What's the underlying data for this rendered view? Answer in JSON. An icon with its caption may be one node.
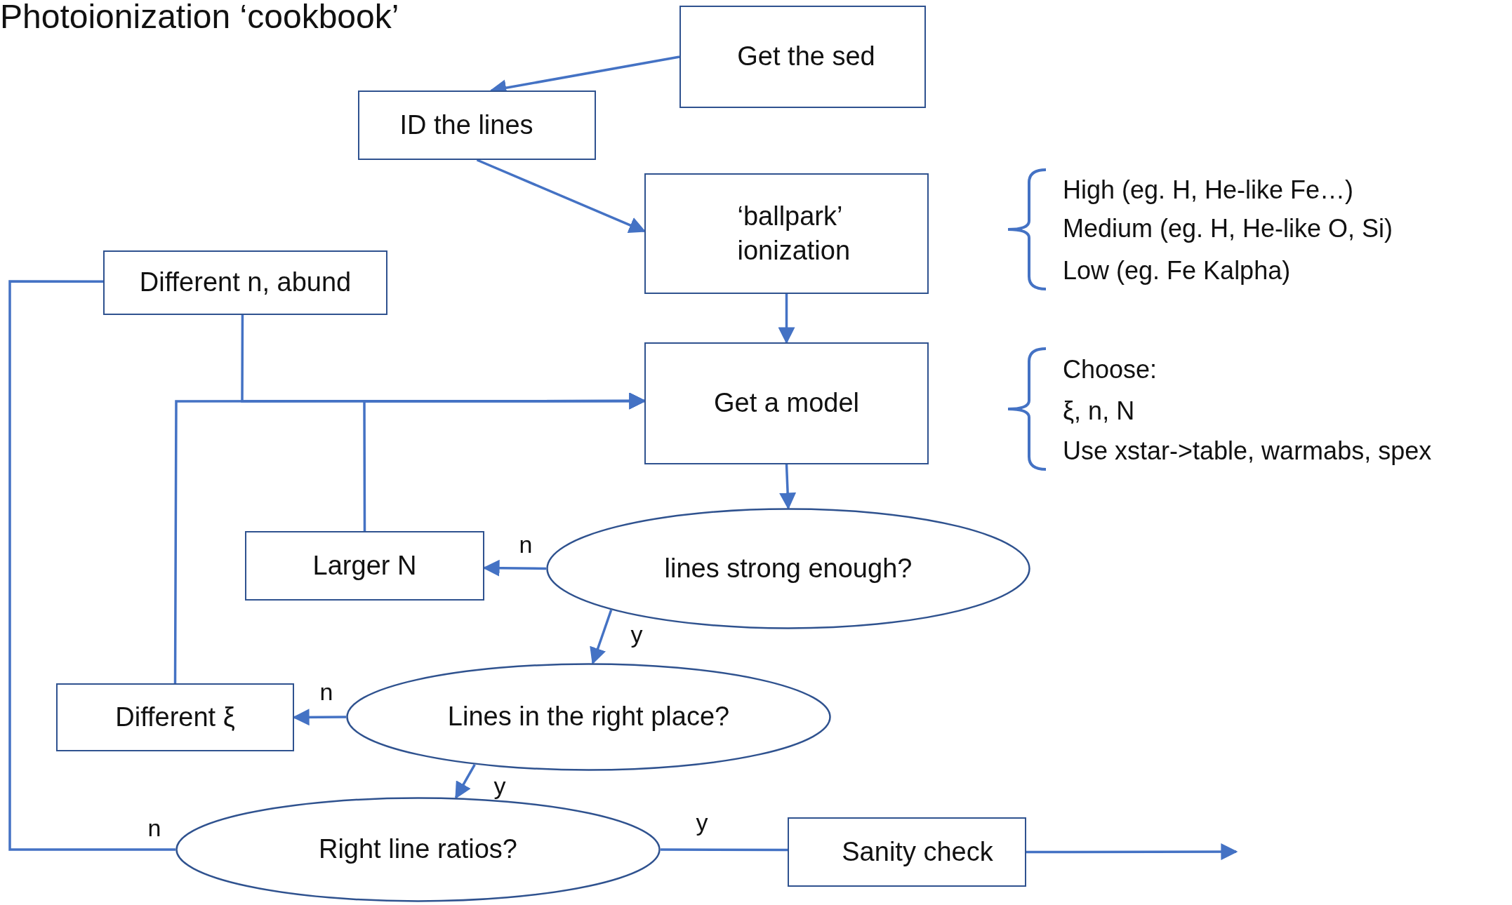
{
  "diagram": {
    "title": "Photoionization ‘cookbook’",
    "nodes": [
      {
        "text": [
          "Get the sed"
        ]
      },
      {
        "text": [
          "ID the lines"
        ]
      },
      {
        "text": [
          "‘ballpark’ ionization"
        ]
      },
      {
        "text": [
          "Different n, abund"
        ]
      },
      {
        "text": [
          "Get a model"
        ]
      },
      {
        "text": [
          "lines strong enough?"
        ]
      },
      {
        "text": [
          "Larger N"
        ]
      },
      {
        "text": [
          "Lines in the right place?"
        ]
      },
      {
        "text": [
          "Different ξ"
        ]
      },
      {
        "text": [
          "Right line ratios?"
        ]
      },
      {
        "text": [
          "Sanity check"
        ]
      }
    ],
    "edges": [
      {
        "from": 0,
        "to": 1,
        "arrow": "to"
      },
      {
        "from": 1,
        "to": 2,
        "arrow": "to"
      },
      {
        "from": 2,
        "to": 4,
        "arrow": "to"
      },
      {
        "from": 4,
        "to": 5,
        "arrow": "to"
      },
      {
        "from": 5,
        "to": 6,
        "arrow": "to",
        "label": "n"
      },
      {
        "from": 5,
        "to": 7,
        "arrow": "to",
        "label": "y"
      },
      {
        "from": 7,
        "to": 8,
        "arrow": "to",
        "label": "n"
      },
      {
        "from": 7,
        "to": 9,
        "arrow": "to",
        "label": "y"
      },
      {
        "from": 9,
        "to": 10,
        "arrow": "none",
        "label": "y"
      },
      {
        "from": 10,
        "to": null,
        "arrow": "to"
      },
      {
        "from": 9,
        "to": 3,
        "arrow": "none",
        "label": "n"
      },
      {
        "from": 3,
        "to": 4,
        "arrow": "to"
      },
      {
        "from": 6,
        "to": 4,
        "arrow": "to"
      },
      {
        "from": 8,
        "to": 4,
        "arrow": "to"
      }
    ],
    "labels": [
      "High (eg. H, He-like Fe…)",
      "Medium (eg. H, He-like O, Si)",
      "Low (eg. Fe Kalpha)",
      "Choose:",
      "ξ, n, N",
      "Use xstar->table, warmabs, spex"
    ]
  }
}
